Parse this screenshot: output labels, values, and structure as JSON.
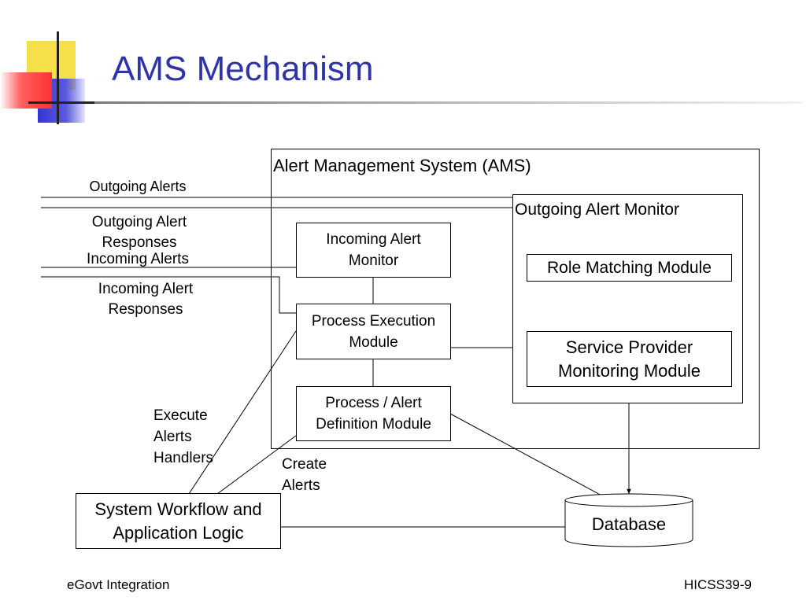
{
  "slide": {
    "title": "AMS Mechanism",
    "colors": {
      "title": "#2e33a8",
      "logo_yellow": "#f5e04a",
      "logo_red": "#ff3030",
      "logo_blue": "#3434d4"
    }
  },
  "diagram": {
    "ams_label": "Alert Management System (AMS)",
    "outgoing_monitor_label": "Outgoing Alert Monitor",
    "boxes": {
      "incoming_alert_monitor": "Incoming Alert\nMonitor",
      "process_execution_module": "Process Execution\nModule",
      "process_alert_definition_module": "Process / Alert\nDefinition Module",
      "role_matching_module": "Role Matching Module",
      "service_provider_monitoring_module": "Service Provider\nMonitoring Module",
      "system_workflow": "System Workflow and\nApplication Logic",
      "database": "Database"
    },
    "line_labels": {
      "outgoing_alerts": "Outgoing Alerts",
      "outgoing_alert_responses": "Outgoing Alert\nResponses",
      "incoming_alerts": "Incoming Alerts",
      "incoming_alert_responses": "Incoming Alert\nResponses",
      "execute_alerts_handlers": "Execute\nAlerts\nHandlers",
      "create_alerts": "Create\nAlerts"
    }
  },
  "footer": {
    "left": "eGovt Integration",
    "right": "HICSS39-9"
  }
}
